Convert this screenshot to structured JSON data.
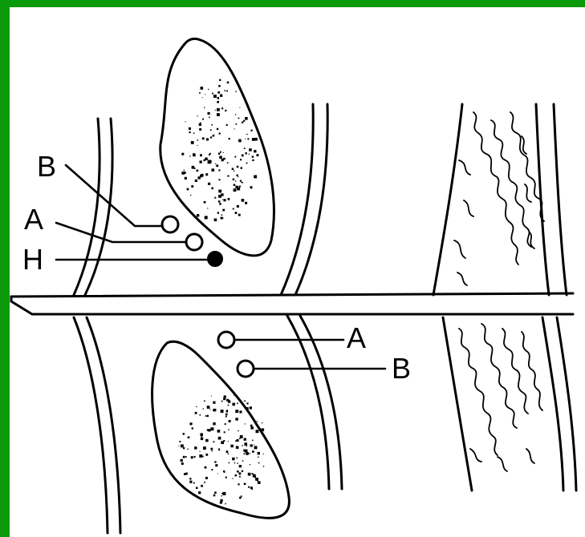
{
  "colors": {
    "frame": "#0a9a0a",
    "background": "#ffffff",
    "ink": "#000000"
  },
  "labels": {
    "upper_b": "B",
    "upper_a": "A",
    "upper_h": "H",
    "lower_a": "A",
    "lower_b": "B"
  },
  "markers": [
    {
      "label": "B",
      "side": "upper",
      "style": "open-circle"
    },
    {
      "label": "A",
      "side": "upper",
      "style": "open-circle"
    },
    {
      "label": "H",
      "side": "upper",
      "style": "filled-circle"
    },
    {
      "label": "A",
      "side": "lower",
      "style": "open-circle"
    },
    {
      "label": "B",
      "side": "lower",
      "style": "open-circle"
    }
  ]
}
